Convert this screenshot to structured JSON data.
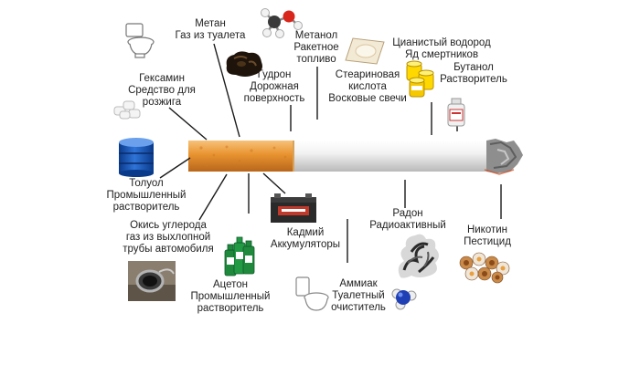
{
  "labels": {
    "methane": [
      "Метан",
      "Газ из туалета"
    ],
    "methanol": [
      "Метанол",
      "Ракетное",
      "топливо"
    ],
    "hexamine": [
      "Гексамин",
      "Средство для",
      "розжига"
    ],
    "tar": [
      "Гудрон",
      "Дорожная",
      "поверхность"
    ],
    "stearic": [
      "Стеариновая",
      "кислота",
      "Восковые свечи"
    ],
    "cyanide": [
      "Цианистый водород",
      "Яд смертников"
    ],
    "butanol": [
      "Бутанол",
      "Растворитель"
    ],
    "toluene": [
      "Толуол",
      "Промышленный",
      "растворитель"
    ],
    "carbon_monoxide": [
      "Окись углерода",
      "газ из выхлопной",
      "трубы автомобиля"
    ],
    "cadmium": [
      "Кадмий",
      "Аккумуляторы"
    ],
    "radon": [
      "Радон",
      "Радиоактивный"
    ],
    "nicotine": [
      "Никотин",
      "Пестицид"
    ],
    "acetone": [
      "Ацетон",
      "Промышленный",
      "растворитель"
    ],
    "ammonia": [
      "Аммиак",
      "Туалетный",
      "очиститель"
    ]
  },
  "icons": {
    "toilet_top": "toilet-icon",
    "molecule": "methanol-molecule-icon",
    "hexamine": "hexamine-tablets-icon",
    "tar": "tar-lump-icon",
    "stearic": "stearic-powder-icon",
    "cyanide": "cyanide-canisters-icon",
    "butanol": "butanol-bottle-icon",
    "toluene": "toluene-barrel-icon",
    "cadmium": "battery-icon",
    "carbon_monoxide": "exhaust-pipe-icon",
    "acetone": "acetone-bottles-icon",
    "toilet_bottom": "toilet-cleaner-icon",
    "ammonia": "ammonia-molecule-icon",
    "radon": "radon-smoke-icon",
    "nicotine": "nicotine-cigarette-cross-section-icon"
  },
  "colors": {
    "filter": "#e8932f",
    "paper": "#eeeeee",
    "ash": "#8e8e8e",
    "line": "#1a1a1a"
  }
}
